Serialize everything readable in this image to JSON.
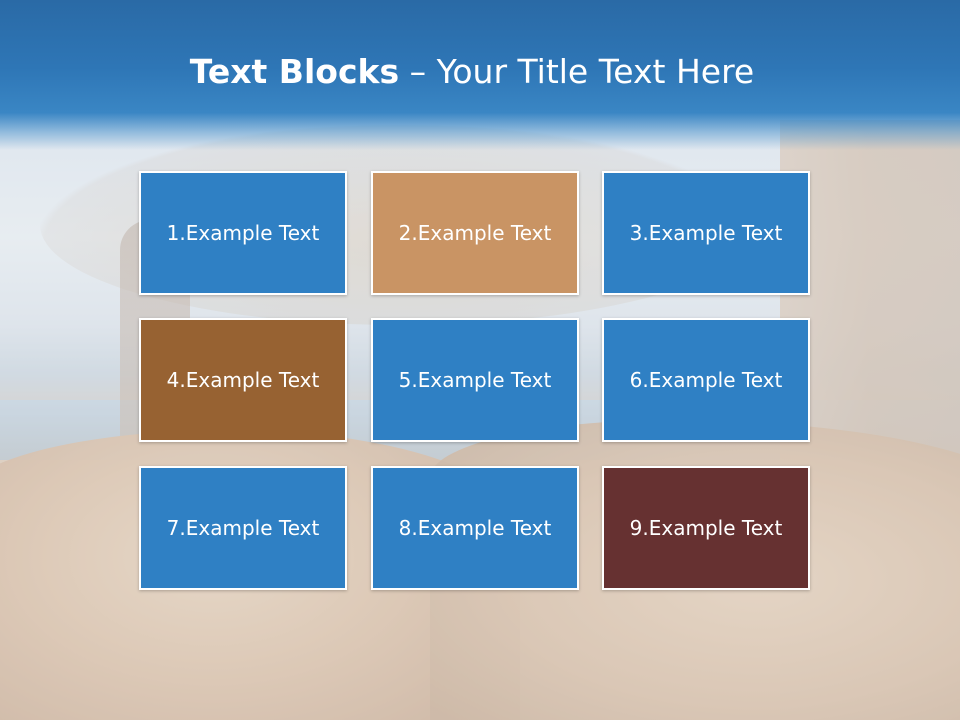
{
  "title": {
    "bold": "Text Blocks",
    "dash": " – ",
    "rest": "Your Title Text Here"
  },
  "blocks": [
    {
      "label": "1.Example Text",
      "color": "#2f80c4"
    },
    {
      "label": "2.Example Text",
      "color": "#c99464"
    },
    {
      "label": "3.Example Text",
      "color": "#2f80c4"
    },
    {
      "label": "4.Example Text",
      "color": "#976232"
    },
    {
      "label": "5.Example Text",
      "color": "#2f80c4"
    },
    {
      "label": "6.Example Text",
      "color": "#2f80c4"
    },
    {
      "label": "7.Example Text",
      "color": "#2f80c4"
    },
    {
      "label": "8.Example Text",
      "color": "#2f80c4"
    },
    {
      "label": "9.Example Text",
      "color": "#663131"
    }
  ],
  "colors": {
    "title_bar": "#2e76b6",
    "title_text": "#ffffff",
    "block_border": "#ffffff"
  }
}
